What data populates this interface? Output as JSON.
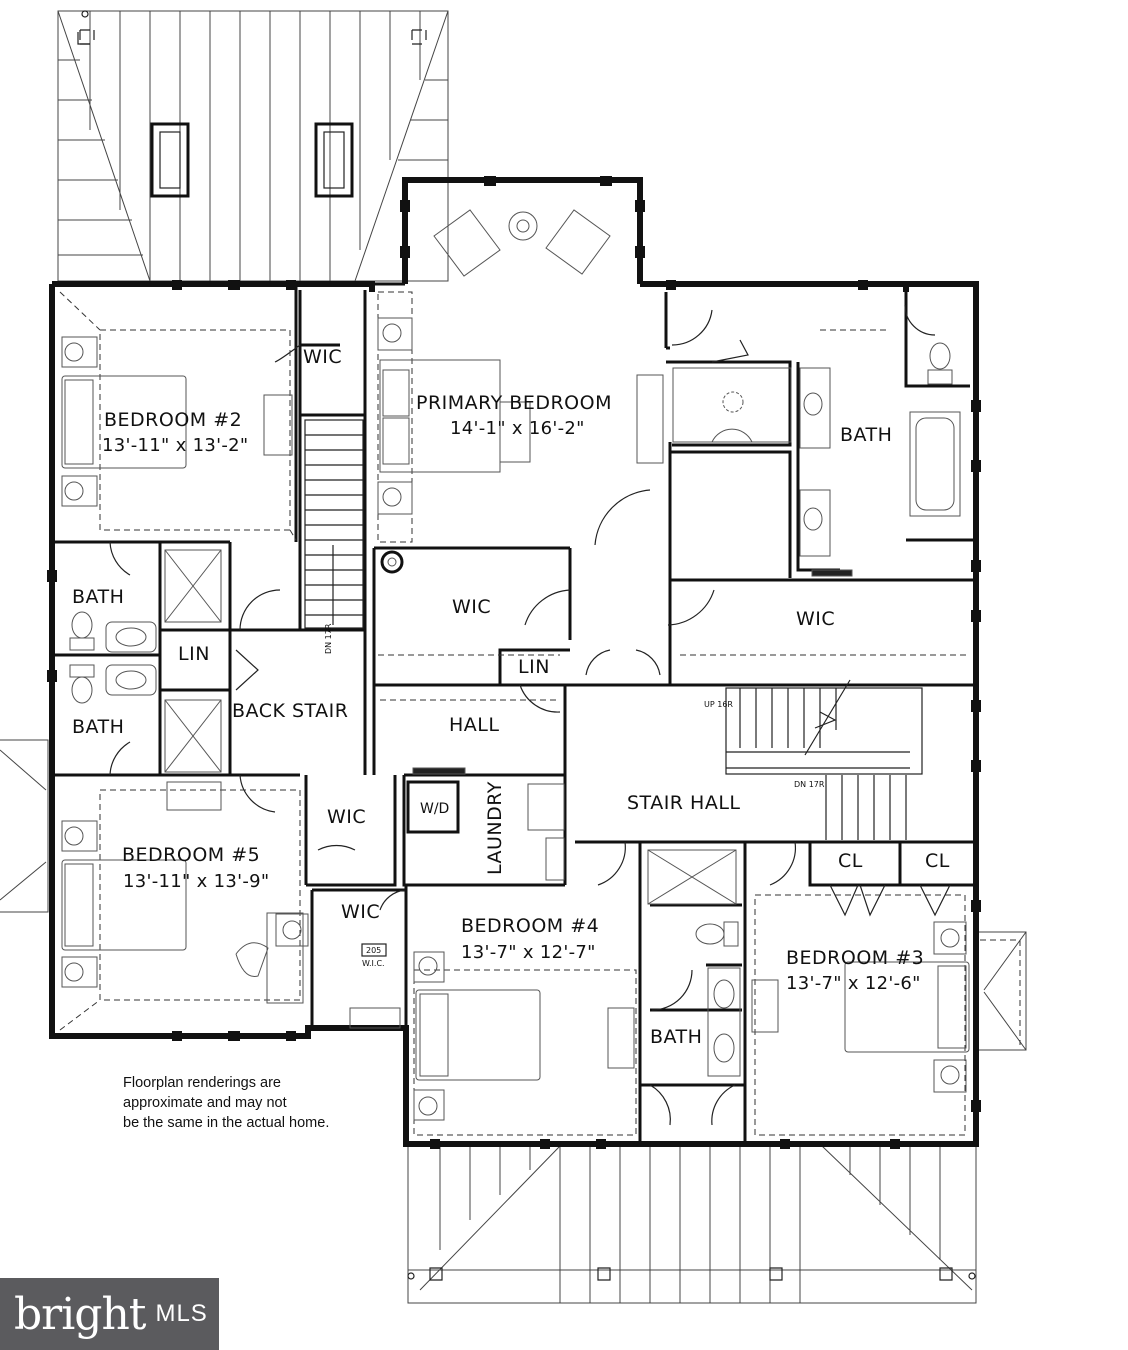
{
  "rooms": {
    "bedroom2": {
      "name": "BEDROOM #2",
      "dim": "13'-11\" x 13'-2\""
    },
    "primary": {
      "name": "PRIMARY BEDROOM",
      "dim": "14'-1\" x 16'-2\""
    },
    "bedroom5": {
      "name": "BEDROOM #5",
      "dim": "13'-11\" x 13'-9\""
    },
    "bedroom4": {
      "name": "BEDROOM #4",
      "dim": "13'-7\" x 12'-7\""
    },
    "bedroom3": {
      "name": "BEDROOM #3",
      "dim": "13'-7\" x 12'-6\""
    }
  },
  "labels": {
    "wic": "WIC",
    "bath": "BATH",
    "lin": "LIN",
    "back_stair": "BACK STAIR",
    "hall": "HALL",
    "stair_hall": "STAIR HALL",
    "laundry": "LAUNDRY",
    "wd": "W/D",
    "cl": "CL",
    "up16": "UP 16R",
    "dn17": "DN 17R",
    "dn17_back": "DN 17R",
    "room_tag_num": "205",
    "room_tag_name": "W.I.C."
  },
  "note": {
    "line1": "Floorplan renderings are",
    "line2": "approximate and may not",
    "line3": "be the same in the actual home."
  },
  "logo": {
    "brand": "bright",
    "mls": "MLS",
    "colors": {
      "background": "#5b5b5e",
      "accent": "#e8472f"
    }
  }
}
